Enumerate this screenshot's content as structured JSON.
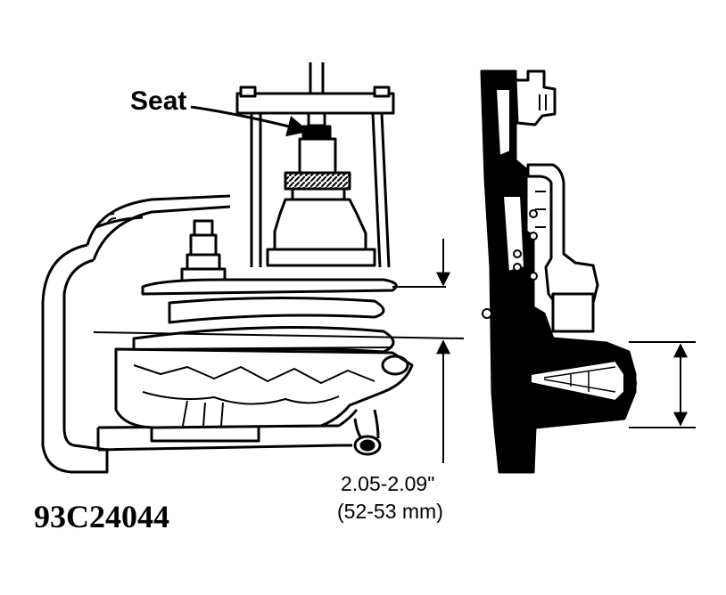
{
  "diagram": {
    "callout_label": "Seat",
    "dimension_imperial": "2.05-2.09\"",
    "dimension_metric": "(52-53 mm)",
    "figure_id": "93C24044"
  },
  "colors": {
    "ink": "#000000",
    "paper": "#ffffff"
  }
}
